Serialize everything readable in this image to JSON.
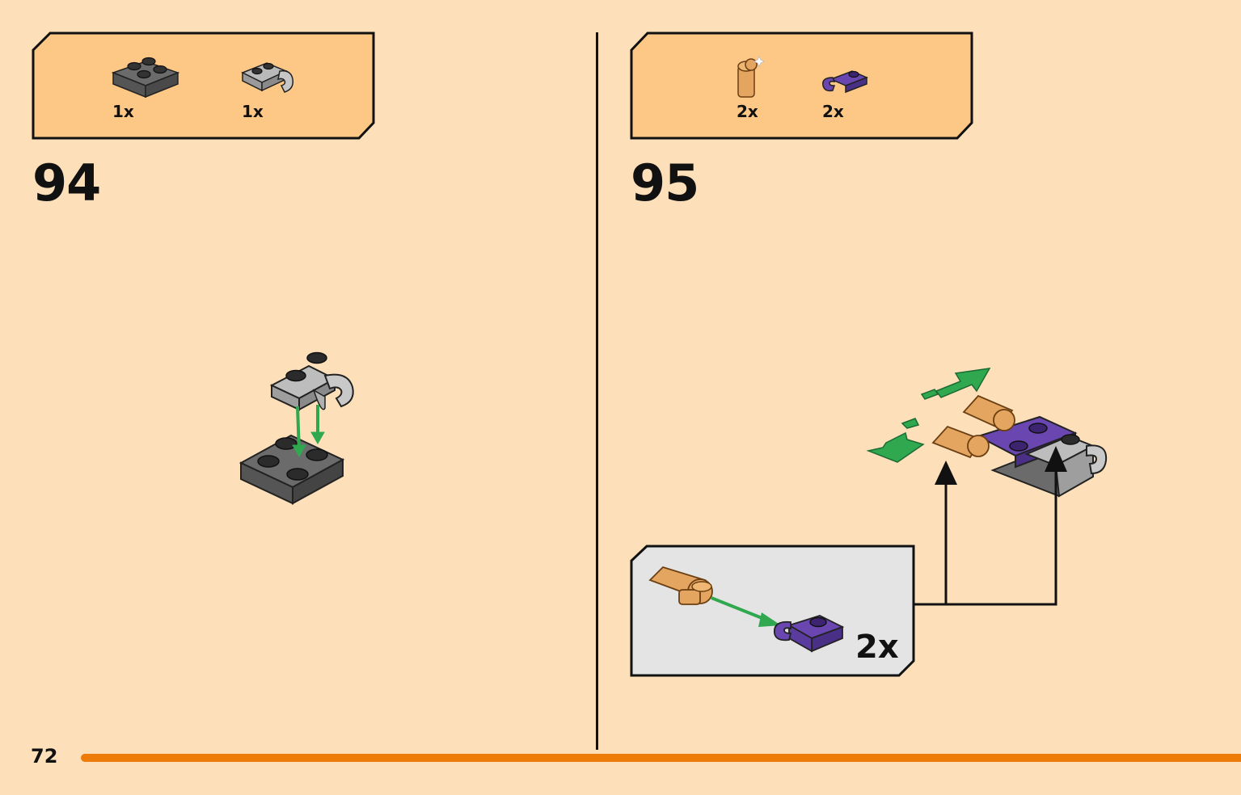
{
  "page_number": "72",
  "steps": [
    {
      "number": "94",
      "parts": [
        {
          "icon": "dark-grey-2x2-plate-icon",
          "quantity": "1x"
        },
        {
          "icon": "light-grey-clip-plate-icon",
          "quantity": "1x"
        }
      ]
    },
    {
      "number": "95",
      "parts": [
        {
          "icon": "tan-bar-holder-icon",
          "quantity": "2x"
        },
        {
          "icon": "purple-clip-plate-icon",
          "quantity": "2x"
        }
      ],
      "sub_assembly": {
        "quantity": "2x"
      }
    }
  ],
  "colors": {
    "background": "#fde0b9",
    "parts_box": "#fdc786",
    "sub_assembly_box": "#e4e4e4",
    "footer_bar": "#ec7b08",
    "arrow_green": "#2fa84f",
    "dark_grey": "#6b6b6b",
    "light_grey": "#b9b9b9",
    "tan": "#e4a560",
    "purple": "#5b3b9c"
  }
}
